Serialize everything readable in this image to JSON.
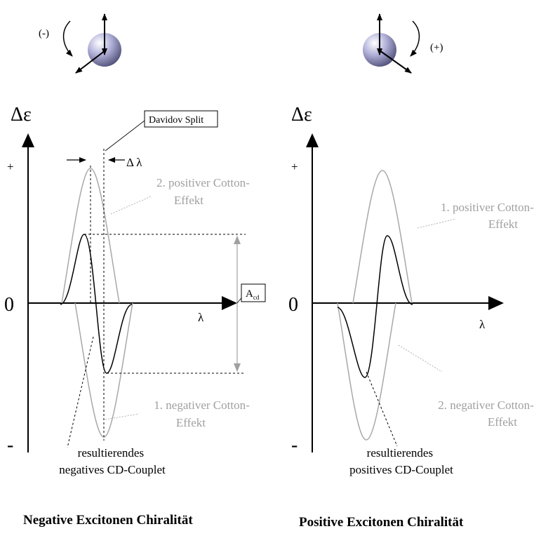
{
  "left": {
    "rotation_sign": "(-)",
    "y_axis_label": "Δε",
    "plus": "+",
    "zero": "0",
    "minus": "-",
    "x_axis_label": "λ",
    "davidov": "Davidov Split",
    "delta_lambda": "Δ λ",
    "acd_main": "A",
    "acd_sub": "cd",
    "upper_curve_label": [
      "2. positiver Cotton-",
      "Effekt"
    ],
    "lower_curve_label": [
      "1.  negativer Cotton-",
      "Effekt"
    ],
    "result_label": [
      "resultierendes",
      "negatives CD-Couplet"
    ],
    "caption": "Negative Excitonen Chiralität"
  },
  "right": {
    "rotation_sign": "(+)",
    "y_axis_label": "Δε",
    "plus": "+",
    "zero": "0",
    "minus": "-",
    "x_axis_label": "λ",
    "upper_curve_label": [
      "1.  positiver Cotton-",
      "Effekt"
    ],
    "lower_curve_label": [
      "2. negativer Cotton-",
      "Effekt"
    ],
    "result_label": [
      "resultierendes",
      "positives CD-Couplet"
    ],
    "caption": "Positive Excitonen Chiralität"
  },
  "colors": {
    "cotton_curve": "#a8a8a8",
    "couplet_curve": "#000000",
    "sphere": "#a9a9d6",
    "gray_text": "#a0a0a0"
  }
}
